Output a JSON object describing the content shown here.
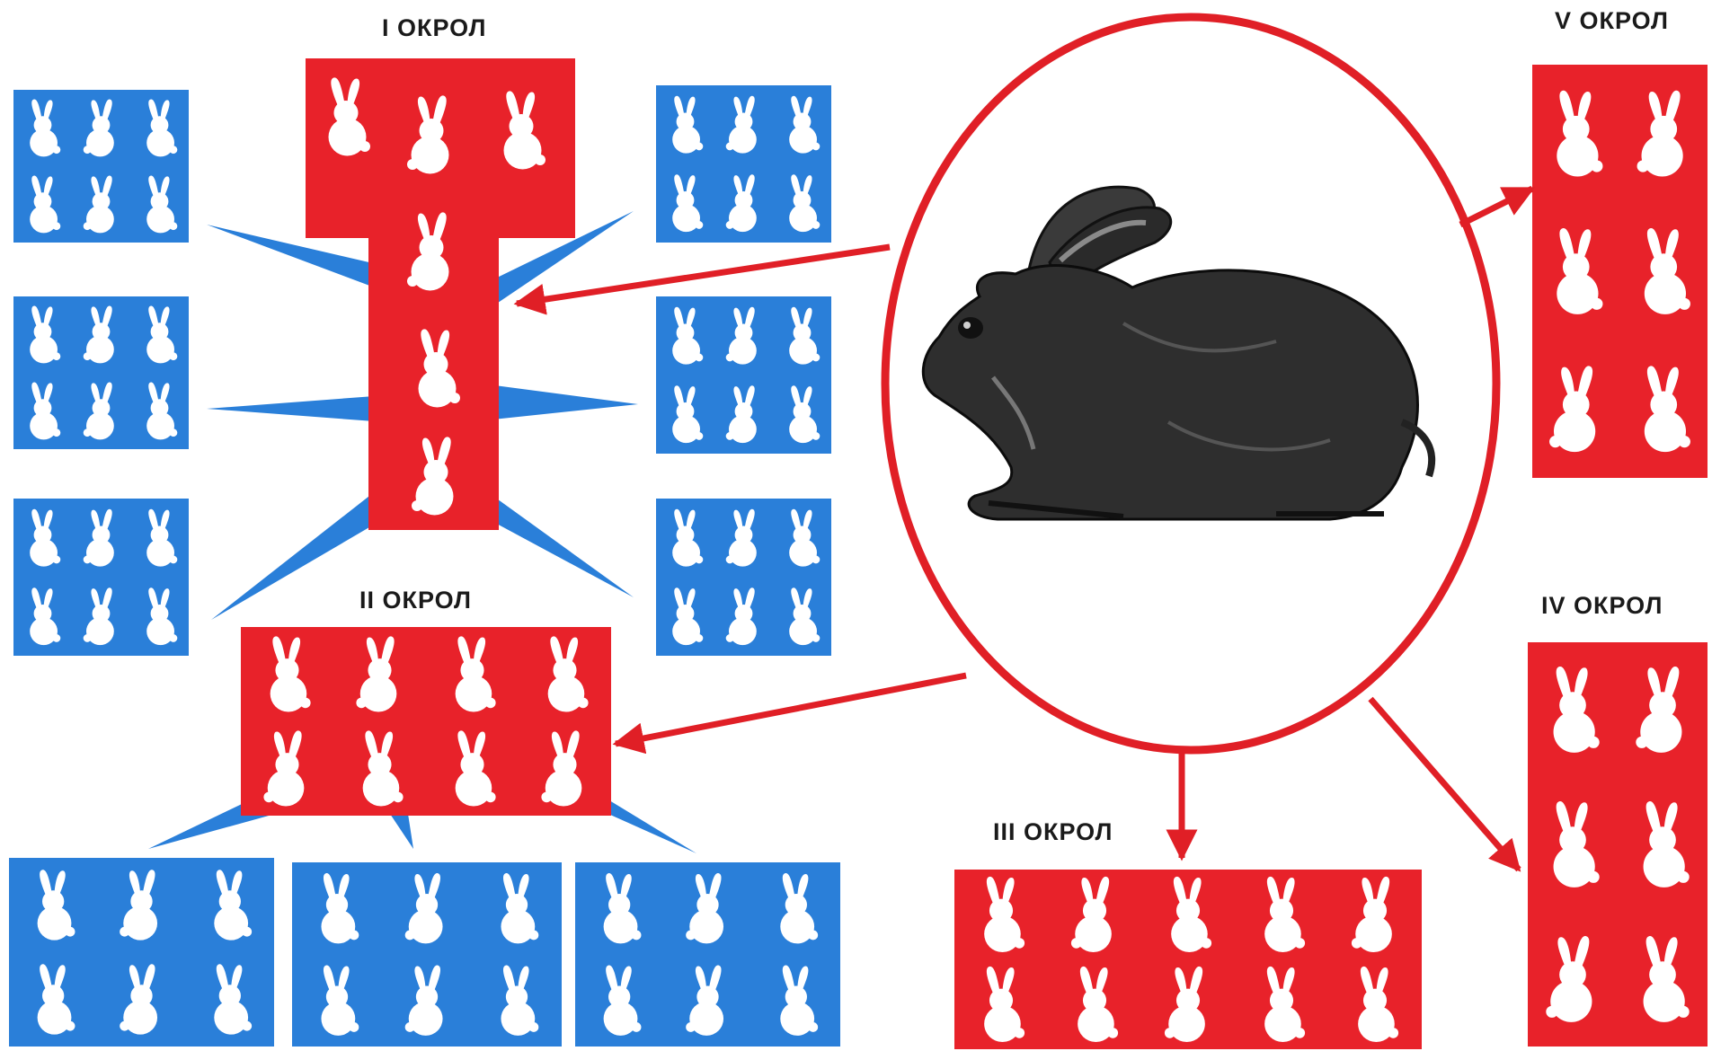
{
  "colors": {
    "red": "#e8222a",
    "blue": "#2a7fd9",
    "blue_dark": "#1e5fc0",
    "bunny": "#ffffff",
    "ring": "#e01f26",
    "rabbit": "#2e2e2e"
  },
  "labels": {
    "litter1": "I ОКРОЛ",
    "litter2": "II ОКРОЛ",
    "litter3": "III ОКРОЛ",
    "litter4": "IV ОКРОЛ",
    "litter5": "V ОКРОЛ"
  },
  "icons": {
    "parent": "rabbit-illustration",
    "offspring": "bunny-silhouette-icon"
  }
}
